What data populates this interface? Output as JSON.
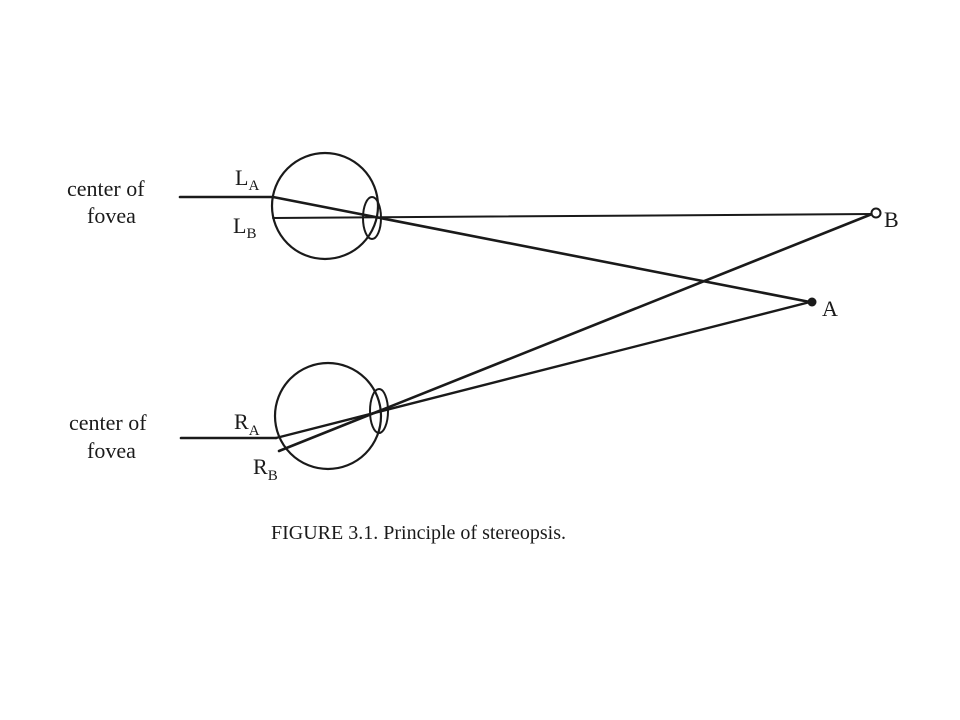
{
  "figure": {
    "left_label": [
      "center of",
      "fovea"
    ],
    "right_label": [
      "center of",
      "fovea"
    ],
    "left_eye": {
      "point_a_base": "L",
      "point_a_sub": "A",
      "point_b_base": "L",
      "point_b_sub": "B"
    },
    "right_eye": {
      "point_a_base": "R",
      "point_a_sub": "A",
      "point_b_base": "R",
      "point_b_sub": "B"
    },
    "object_a": "A",
    "object_b": "B",
    "caption": "FIGURE 3.1. Principle of stereopsis."
  }
}
